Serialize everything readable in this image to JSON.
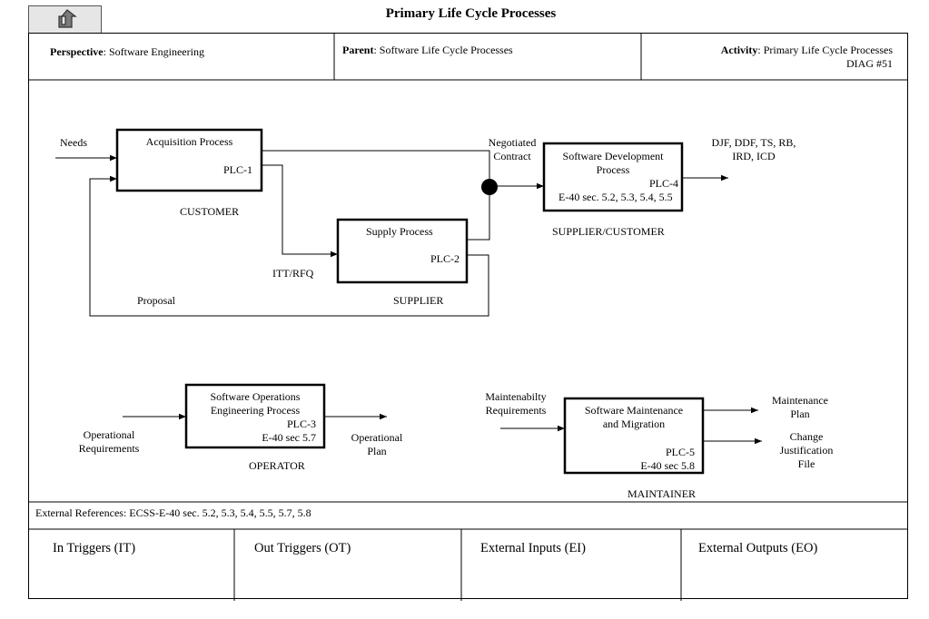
{
  "page_title": "Primary Life Cycle Processes",
  "nav": {
    "up_icon": "up-arrow-icon"
  },
  "header": {
    "perspective_label": "Perspective",
    "perspective_value": ": Software Engineering",
    "parent_label": "Parent",
    "parent_value": ": Software Life Cycle Processes",
    "activity_label": "Activity",
    "activity_value": ": Primary Life Cycle Processes",
    "diag": "DIAG #51"
  },
  "processes": {
    "acquisition": {
      "title": "Acquisition Process",
      "id": "PLC-1",
      "role": "CUSTOMER"
    },
    "supply": {
      "title": "Supply  Process",
      "id": "PLC-2",
      "role": "SUPPLIER"
    },
    "development": {
      "title_1": "Software Development",
      "title_2": "Process",
      "id": "PLC-4",
      "ref": "E-40 sec. 5.2, 5.3, 5.4, 5.5",
      "role": "SUPPLIER/CUSTOMER"
    },
    "operations": {
      "title_1": "Software Operations",
      "title_2": "Engineering Process",
      "id": "PLC-3",
      "ref": "E-40 sec 5.7",
      "role": "OPERATOR"
    },
    "maintenance": {
      "title_1": "Software Maintenance",
      "title_2": "and Migration",
      "id": "PLC-5",
      "ref": "E-40 sec 5.8",
      "role": "MAINTAINER"
    }
  },
  "flows": {
    "needs": "Needs",
    "negotiated_1": "Negotiated",
    "negotiated_2": "Contract",
    "outputs_1": "DJF, DDF, TS, RB,",
    "outputs_2": "IRD, ICD",
    "itt": "ITT/RFQ",
    "proposal": "Proposal",
    "op_req_1": "Operational",
    "op_req_2": "Requirements",
    "op_plan_1": "Operational",
    "op_plan_2": "Plan",
    "maint_req_1": "Maintenabilty",
    "maint_req_2": "Requirements",
    "maint_plan_1": "Maintenance",
    "maint_plan_2": "Plan",
    "change_1": "Change",
    "change_2": "Justification",
    "change_3": "File"
  },
  "external_references": "External References: ECSS-E-40 sec. 5.2, 5.3, 5.4, 5.5, 5.7, 5.8",
  "triggers": {
    "in": "In Triggers (IT)",
    "out": "Out Triggers (OT)",
    "ext_in": "External Inputs (EI)",
    "ext_out": "External Outputs (EO)"
  }
}
